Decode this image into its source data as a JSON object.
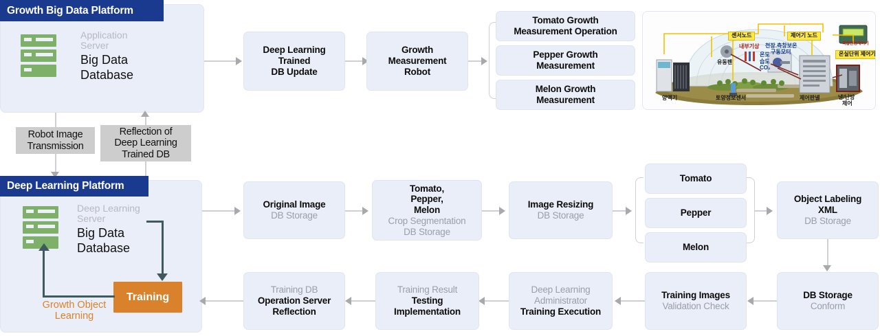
{
  "platforms": {
    "growth": {
      "title": "Growth Big Data Platform",
      "server": {
        "sub_line1": "Application",
        "sub_line2": "Server",
        "main_line1": "Big Data",
        "main_line2": "Database"
      }
    },
    "deep_learning": {
      "title": "Deep Learning Platform",
      "server": {
        "sub_line1": "Deep Learning",
        "sub_line2": "Server",
        "main_line1": "Big Data",
        "main_line2": "Database"
      },
      "training_label": "Training",
      "loop_label_line1": "Growth Object",
      "loop_label_line2": "Learning"
    }
  },
  "notes": [
    {
      "line1": "Robot Image",
      "line2": "Transmission"
    },
    {
      "line1": "Reflection of",
      "line2": "Deep Learning",
      "line3": "Trained DB"
    }
  ],
  "row_top": {
    "deep_learning_trained_db_update": {
      "line1": "Deep Learning",
      "line2": "Trained",
      "line3": "DB Update"
    },
    "growth_measurement_robot": {
      "line1": "Growth",
      "line2": "Measurement",
      "line3": "Robot"
    },
    "measurement_group": [
      {
        "line1": "Tomato Growth",
        "line2": "Measurement Operation"
      },
      {
        "line1": "Pepper Growth",
        "line2": "Measurement"
      },
      {
        "line1": "Melon Growth",
        "line2": "Measurement"
      }
    ]
  },
  "row_mid": {
    "original_image": {
      "bold": "Original Image",
      "light": "DB Storage"
    },
    "crop_segmentation": {
      "bold1": "Tomato,",
      "bold2": "Pepper,",
      "bold3": "Melon",
      "light1": "Crop Segmentation",
      "light2": "DB Storage"
    },
    "image_resizing": {
      "bold": "Image Resizing",
      "light": "DB Storage"
    },
    "crops": [
      {
        "label": "Tomato"
      },
      {
        "label": "Pepper"
      },
      {
        "label": "Melon"
      }
    ],
    "object_labeling": {
      "bold1": "Object Labeling",
      "bold2": "XML",
      "light": "DB Storage"
    }
  },
  "row_bottom": {
    "db_storage_conform": {
      "bold": "DB Storage",
      "light": "Conform"
    },
    "training_images": {
      "bold": "Training Images",
      "light": "Validation Check"
    },
    "training_execution": {
      "light1": "Deep Learning",
      "light2": "Administrator",
      "bold": "Training Execution"
    },
    "testing_implementation": {
      "light": "Training Result",
      "bold1": "Testing",
      "bold2": "Implementation"
    },
    "operation_server_reflection": {
      "light": "Training DB",
      "bold1": "Operation Server",
      "bold2": "Reflection"
    }
  },
  "greenhouse": {
    "caption_alt": "Greenhouse smart-farm sensor and controller diagram",
    "badges": {
      "sensor_node": "센서노드",
      "controller_node": "제어기 노드",
      "greenhouse_unit_controller": "온실단위 제어기",
      "device_box": "복합환경제어기"
    },
    "labels": {
      "internal_weather": "내부기상",
      "temperature": "온도",
      "humidity": "습도",
      "co2": "CO₂",
      "ceiling_side_window_motor_line1": "천장.측창보온",
      "ceiling_side_window_motor_line2": "구동모터",
      "circulation_fan": "유동팬",
      "nutrient_solution": "양액기",
      "soil_sensor": "토양정보센서",
      "control_panel": "제어판넬",
      "hvac_line1": "냉/난방",
      "hvac_line2": "제어"
    }
  },
  "colors": {
    "header_blue": "#1a3a8f",
    "panel_fill": "#eaeef8",
    "server_green": "#7fb069",
    "training_orange": "#d9822b",
    "note_grey": "#cdcdcd",
    "connector_grey": "#cfd0d4",
    "loop_teal": "#3e5a5e"
  }
}
